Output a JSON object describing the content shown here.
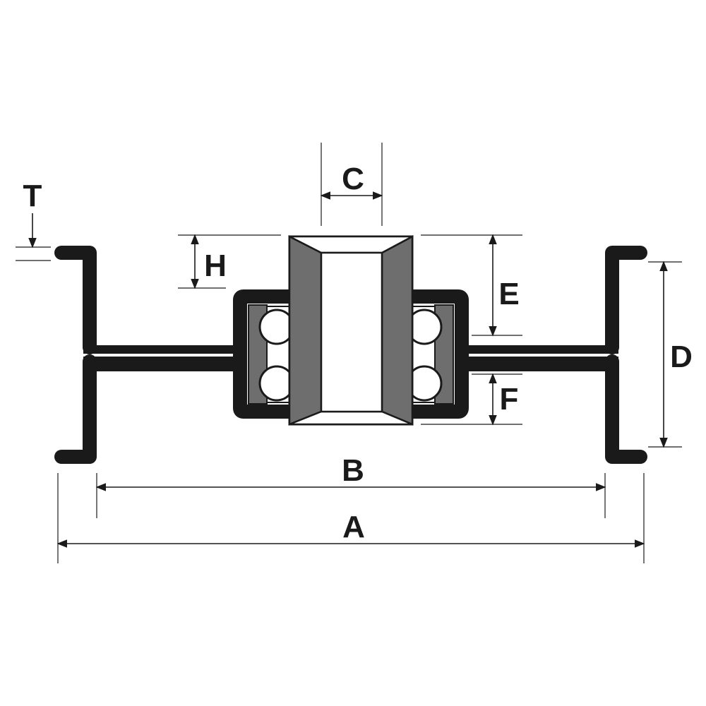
{
  "diagram": {
    "labels": {
      "A": "A",
      "B": "B",
      "C": "C",
      "D": "D",
      "E": "E",
      "F": "F",
      "H": "H",
      "T": "T"
    },
    "colors": {
      "line": "#1a1a1a",
      "race": "#6e6e6e",
      "hub_face": "#ffffff",
      "ball": "#ffffff",
      "background": "#ffffff"
    },
    "bearing_ball_count_visible": 4
  }
}
